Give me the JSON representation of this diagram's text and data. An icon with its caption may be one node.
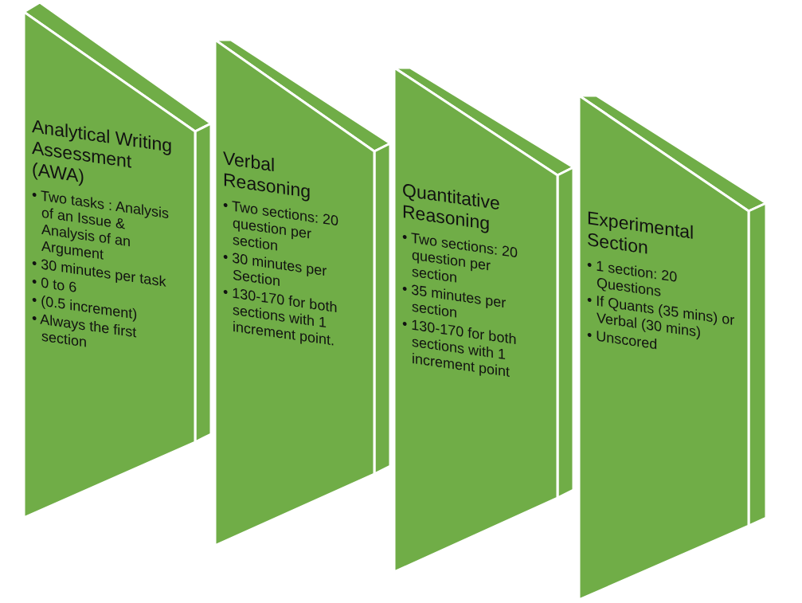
{
  "diagram": {
    "nodes": [
      {
        "text": [
          "Analytical Writing Assessment (AWA)",
          "• Two tasks : Analysis of an Issue & Analysis of an Argument",
          "• 30 minutes per task",
          "• 0 to 6",
          "• (0.5 increment)",
          "• Always the first section"
        ]
      },
      {
        "text": [
          "Verbal Reasoning",
          "• Two sections: 20 question per section",
          "• 30 minutes per Section",
          "• 130-170 for both sections with 1 increment point."
        ]
      },
      {
        "text": [
          "Quantitative Reasoning",
          "• Two sections: 20 question per section",
          "• 35 minutes per section",
          "• 130-170 for both sections with 1 increment point"
        ]
      },
      {
        "text": [
          "Experimental Section",
          "• 1 section: 20 Questions",
          "• If Quants (35 mins) or Verbal (30 mins)",
          "• Unscored"
        ]
      }
    ]
  }
}
